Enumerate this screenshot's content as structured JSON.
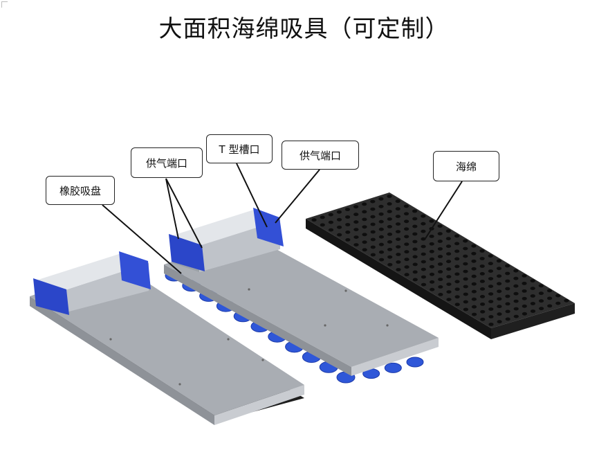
{
  "title": "大面积海绵吸具（可定制）",
  "callouts": {
    "rubber_cup": "橡胶吸盘",
    "air_port_left": "供气端口",
    "t_slot": "T 型槽口",
    "air_port_right": "供气端口",
    "sponge": "海绵"
  },
  "colors": {
    "plate": "#a9adb3",
    "plate_edge": "#d4d7db",
    "rail": "#c8ccd2",
    "end_cap": "#2b46c9",
    "cup": "#2f57d8",
    "sponge": "#2b2b2b",
    "sponge_hole": "#0e0e0e"
  }
}
